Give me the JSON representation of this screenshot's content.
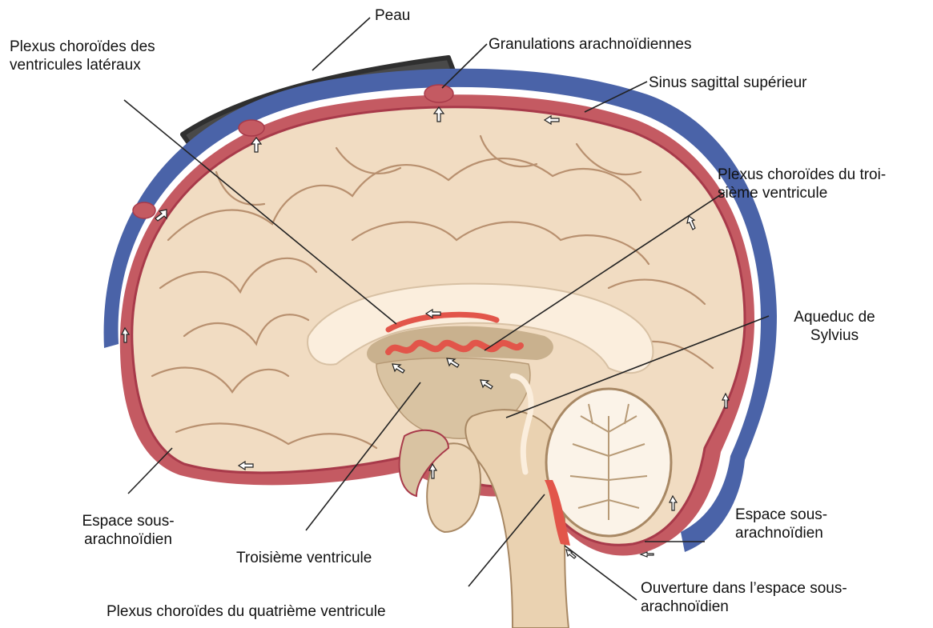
{
  "labels": {
    "peau": "Peau",
    "granulations": "Granulations arachnoïdiennes",
    "plexus_lateraux": [
      "Plexus choroïdes des",
      "ventricules latéraux"
    ],
    "sinus": "Sinus sagittal supérieur",
    "plexus_troisieme": [
      "Plexus choroïdes du troi-",
      "sième ventricule"
    ],
    "aqueduc": [
      "Aqueduc de",
      "Sylvius"
    ],
    "espace_gauche": [
      "Espace sous-",
      "arachnoïdien"
    ],
    "espace_droit": [
      "Espace sous-",
      "arachnoïdien"
    ],
    "troisieme_ventricule": "Troisième ventricule",
    "plexus_quatrieme": "Plexus choroïdes du quatrième ventricule",
    "ouverture": [
      "Ouverture dans l’espace sous-",
      "arachnoïdien"
    ]
  },
  "colors": {
    "brain": "#f1dcc2",
    "gyri_line": "#b8906f",
    "sinus_blue": "#4a63a8",
    "arachnoid_red": "#a83a4a",
    "plexus": "#e2554a",
    "ventricle": "#c9b18e",
    "skin": "#3a3a3a",
    "leader": "#222222"
  }
}
